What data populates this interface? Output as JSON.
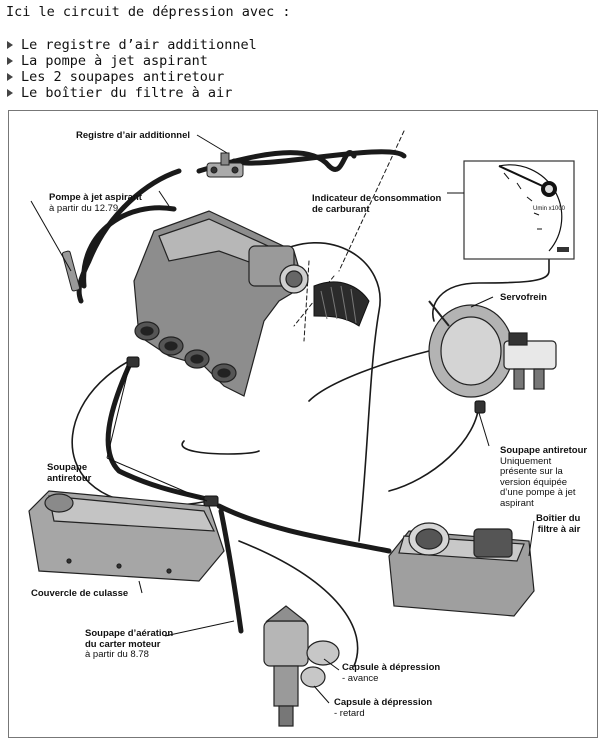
{
  "intro": {
    "title": "Ici le circuit de dépression avec :",
    "bullets": [
      "Le registre d’air additionnel",
      "La pompe à jet aspirant",
      "Les 2 soupapes antiretour",
      "Le boîtier du filtre à air"
    ]
  },
  "diagram": {
    "labels": {
      "registre": "Registre d’air additionnel",
      "pompe_title": "Pompe à jet aspirant",
      "pompe_sub": "à partir du 12.79",
      "indicateur_1": "Indicateur de consommation",
      "indicateur_2": "de carburant",
      "servofrein": "Servofrein",
      "soupape_1": "Soupape",
      "soupape_2": "antiretour",
      "soupape2_title": "Soupape antiretour",
      "soupape2_sub1": "Uniquement",
      "soupape2_sub2": "présente sur la",
      "soupape2_sub3": "version équipée",
      "soupape2_sub4": "d’une pompe à jet",
      "soupape2_sub5": "aspirant",
      "boitier_1": "Boîtier du",
      "boitier_2": "filtre à air",
      "couvercle": "Couvercle de culasse",
      "aeration_1": "Soupape d’aération",
      "aeration_2": "du carter moteur",
      "aeration_sub": "à partir du 8.78",
      "capsule_avance": "Capsule à dépression",
      "capsule_avance_sub": "- avance",
      "capsule_retard": "Capsule à dépression",
      "capsule_retard_sub": "- retard"
    },
    "gauge_text": "Umin x1000"
  }
}
